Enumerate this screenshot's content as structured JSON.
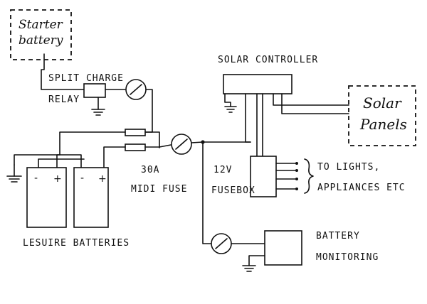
{
  "labels": {
    "starter_battery_line1": "Starter",
    "starter_battery_line2": "battery",
    "split_charge_line1": "SPLIT CHARGE",
    "split_charge_line2": "RELAY",
    "solar_controller": "SOLAR CONTROLLER",
    "solar_panels_line1": "Solar",
    "solar_panels_line2": "Panels",
    "fuse_line1": "30A",
    "fuse_line2": "MIDI FUSE",
    "fusebox_line1": "12V",
    "fusebox_line2": "FUSEBOX",
    "loads_line1": "TO LIGHTS,",
    "loads_line2": "APPLIANCES ETC",
    "leisure_batteries": "LESUIRE BATTERIES",
    "battery_monitoring_line1": "BATTERY",
    "battery_monitoring_line2": "MONITORING",
    "minus": "-",
    "plus": "+"
  }
}
